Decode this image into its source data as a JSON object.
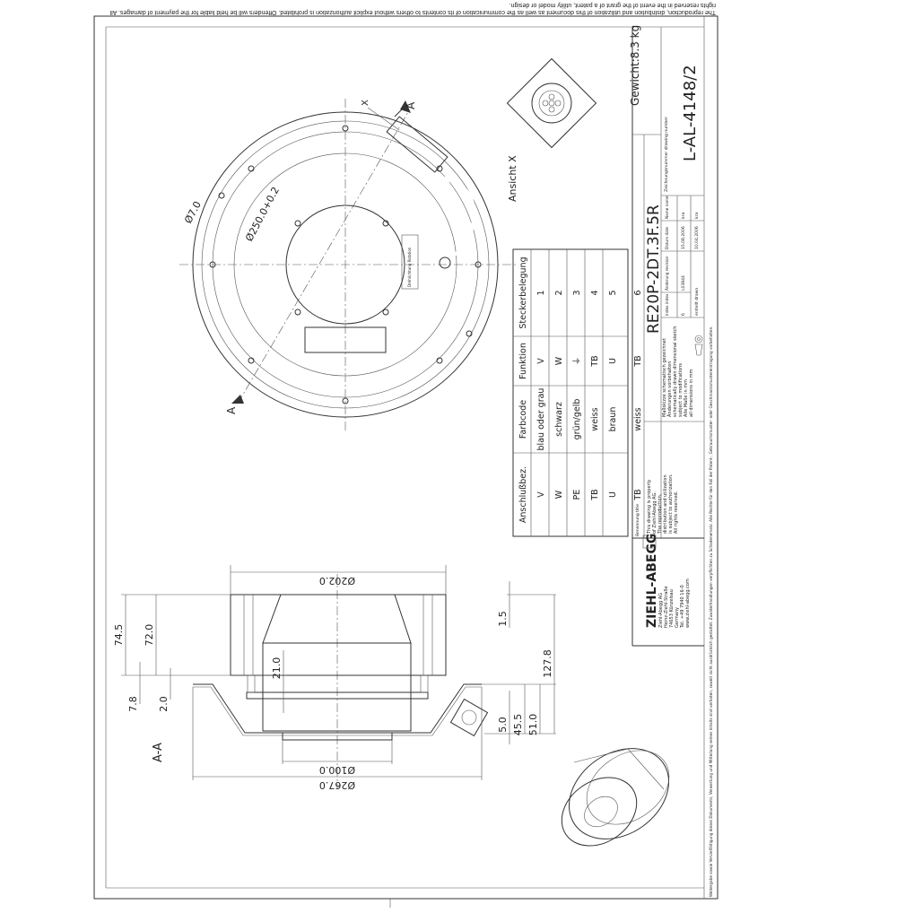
{
  "sheet": {
    "top_notice": "The reproduction, distribution and utilization of this document as well as the communication of its contents to others without explicit authorization is prohibited. Offenders will be held liable for the payment of damages. All rights reserved in the event of the grant of a patent, utility model or design.",
    "bottom_notice": "Weitergabe sowie Vervielfältigung dieses Dokuments, Verwertung und Mitteilung seines Inhalts sind verboten, soweit nicht ausdrücklich gestattet. Zuwiderhandlungen verpflichten zu Schadenersatz. Alle Rechte für den Fall der Patent-, Gebrauchsmuster- oder Geschmacksmustereintragung vorbehalten."
  },
  "top_view": {
    "section_label_top": "A",
    "section_label_bottom": "A",
    "view_marker": "X",
    "hole_dim": "Ø7.0",
    "bolt_circle_dim": "Ø250.0+0.2",
    "rotation_label": "Drehrichtung Rotation"
  },
  "connector_view": {
    "label": "Ansicht X"
  },
  "weight": "Gewicht:8.3 kg",
  "section_view": {
    "label": "A-A",
    "dims": {
      "d202": "Ø202.0",
      "d100": "Ø100.0",
      "d267": "Ø267.0",
      "h74_5": "74.5",
      "h72_0": "72.0",
      "h7_8": "7.8",
      "h2_0": "2.0",
      "h21_0": "21.0",
      "h1_5": "1.5",
      "h127_8": "127.8",
      "h5_0": "5.0",
      "h45_5": "45.5",
      "h51_0": "51.0"
    }
  },
  "pin_table": {
    "headers": [
      "Anschlußbez.",
      "Farbcode",
      "Funktion",
      "Steckerbelegung"
    ],
    "rows": [
      [
        "V",
        "blau oder grau",
        "V",
        "1"
      ],
      [
        "W",
        "schwarz",
        "W",
        "2"
      ],
      [
        "PE",
        "grün/gelb",
        "⏚",
        "3"
      ],
      [
        "TB",
        "weiss",
        "TB",
        "4"
      ],
      [
        "U",
        "braun",
        "U",
        "5"
      ],
      [
        "TB",
        "weiss",
        "TB",
        "6"
      ]
    ]
  },
  "title_block": {
    "company_logo": "ZIEHL-ABEGG",
    "company_lines": [
      "Ziehl-Abegg AG",
      "Heinz-Ziehl-Straße",
      "74653 Künzelsau",
      "Germany",
      "Tel. +49 7940 16-0",
      "www.ziehl-abegg.com"
    ],
    "title_label": "Benennung title",
    "property_note": [
      "This drawing is property",
      "of Ziehl-Abegg AG.",
      "The reproduction,",
      "distribution and utilization",
      "is subject to authorization.",
      "All rights reserved."
    ],
    "sketch_note": [
      "Maßskizze schematisch gezeichnet",
      "Änderungen vorbehalten",
      "schematically drawn dimensional sketch",
      "subject to modifications",
      "Alle Maße in mm",
      "all dimensions in mm"
    ],
    "title": "RE20P-2DT.3F.5R",
    "revision_headers": [
      "Index index",
      "Änderung revision",
      "Datum date",
      "Name name"
    ],
    "revision_row": [
      "6",
      "L03844",
      "15.08.2006",
      "kra"
    ],
    "drawn_row": [
      "erstellt drawn",
      "10.04.2006",
      "kra"
    ],
    "drawing_number_label": "Zeichnungsnummer drawing number",
    "drawing_number": "L-AL-4148/2"
  }
}
